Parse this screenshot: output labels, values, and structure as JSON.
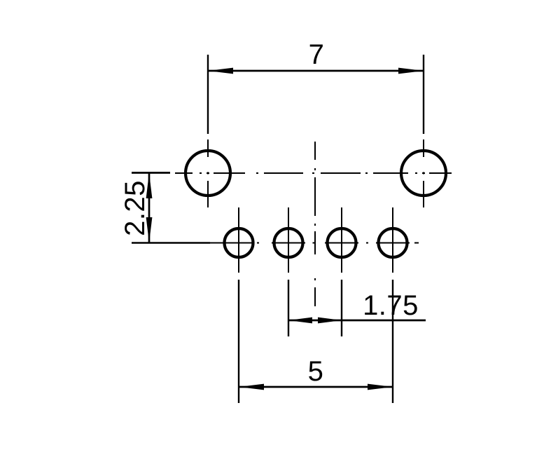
{
  "drawing": {
    "background_color": "#ffffff",
    "line_color": "#000000",
    "dimensions": {
      "top_width": "7",
      "left_height": "2.25",
      "inner_pitch": "1.75",
      "bottom_span": "5"
    },
    "holes": {
      "large_count": 2,
      "small_count": 4
    }
  }
}
